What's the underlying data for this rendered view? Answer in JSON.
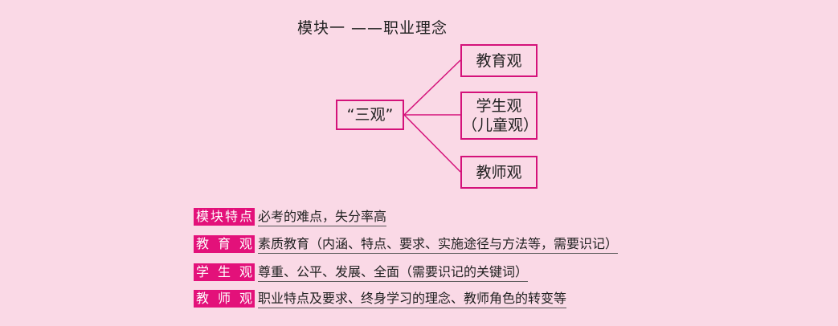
{
  "title": "模块一 ——职业理念",
  "mindmap": {
    "root": "“三观”",
    "branches": [
      {
        "line1": "教育观",
        "line2": ""
      },
      {
        "line1": "学生观",
        "line2": "（儿童观）"
      },
      {
        "line1": "教师观",
        "line2": ""
      }
    ]
  },
  "items": [
    {
      "tag": [
        "模",
        "块",
        "特",
        "点"
      ],
      "text": "必考的难点，失分率高"
    },
    {
      "tag": [
        "教",
        "育",
        "观"
      ],
      "text": "素质教育（内涵、特点、要求、实施途径与方法等，需要识记）"
    },
    {
      "tag": [
        "学",
        "生",
        "观"
      ],
      "text": "尊重、公平、发展、全面（需要识记的关键词）"
    },
    {
      "tag": [
        "教",
        "师",
        "观"
      ],
      "text": "职业特点及要求、终身学习的理念、教师角色的转变等"
    }
  ],
  "colors": {
    "accent": "#e3117a",
    "border": "#d4127a",
    "background": "#fad9e6"
  }
}
